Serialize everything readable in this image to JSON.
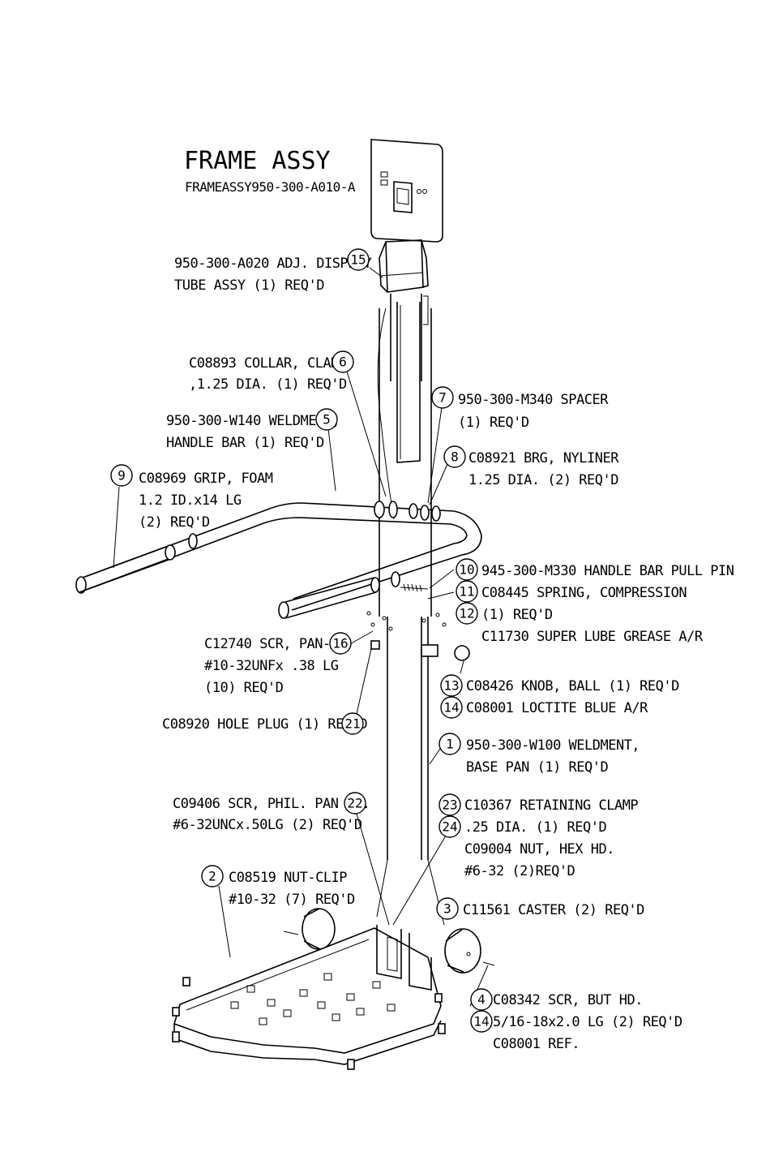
{
  "title": "FRAME ASSY",
  "subtitle": "FRAMEASSY950-300-A010-A",
  "callouts": [
    {
      "number": "15",
      "lines": [
        "950-300-A020 ADJ. DISPLAY",
        "TUBE ASSY (1) REQ'D"
      ]
    },
    {
      "number": "6",
      "lines": [
        "C08893 COLLAR, CLAMP",
        ",1.25 DIA. (1) REQ'D"
      ]
    },
    {
      "number": "5",
      "lines": [
        "950-300-W140 WELDMENT,",
        "HANDLE BAR (1) REQ'D"
      ]
    },
    {
      "number": "7",
      "lines": [
        "950-300-M340 SPACER",
        "(1) REQ'D"
      ]
    },
    {
      "number": "8",
      "lines": [
        "C08921 BRG, NYLINER",
        "1.25 DIA. (2) REQ'D"
      ]
    },
    {
      "number": "9",
      "lines": [
        "C08969 GRIP, FOAM",
        "1.2 ID.x14 LG",
        "(2) REQ'D"
      ]
    },
    {
      "number": "10",
      "lines": [
        "945-300-M330 HANDLE BAR PULL PIN"
      ]
    },
    {
      "number": "11",
      "lines": [
        "C08445 SPRING, COMPRESSION"
      ]
    },
    {
      "number": "12",
      "lines": [
        "(1) REQ'D",
        "C11730 SUPER LUBE GREASE A/R"
      ]
    },
    {
      "number": "16",
      "lines": [
        "C12740 SCR, PAN-L,",
        "#10-32UNFx .38 LG",
        "(10) REQ'D"
      ]
    },
    {
      "number": "13",
      "lines": [
        "C08426 KNOB, BALL (1) REQ'D"
      ]
    },
    {
      "number": "14",
      "lines": [
        "C08001 LOCTITE BLUE A/R"
      ]
    },
    {
      "number": "21",
      "lines": [
        "C08920 HOLE PLUG (1) REQ'D"
      ]
    },
    {
      "number": "1",
      "lines": [
        "950-300-W100 WELDMENT,",
        "BASE PAN (1) REQ'D"
      ]
    },
    {
      "number": "22",
      "lines": [
        "C09406 SCR, PHIL. PAN HD.",
        "#6-32UNCx.50LG (2) REQ'D"
      ]
    },
    {
      "number": "23",
      "lines": [
        "C10367 RETAINING CLAMP"
      ]
    },
    {
      "number": "24",
      "lines": [
        ".25 DIA. (1) REQ'D",
        "C09004 NUT, HEX HD.",
        "#6-32 (2)REQ'D"
      ]
    },
    {
      "number": "2",
      "lines": [
        "C08519 NUT-CLIP",
        "#10-32 (7) REQ'D"
      ]
    },
    {
      "number": "3",
      "lines": [
        "C11561 CASTER (2) REQ'D"
      ]
    },
    {
      "number": "4",
      "lines": [
        "C08342 SCR, BUT HD."
      ]
    },
    {
      "number": "14",
      "lines": [
        "5/16-18x2.0 LG (2) REQ'D",
        "C08001 REF."
      ]
    }
  ]
}
